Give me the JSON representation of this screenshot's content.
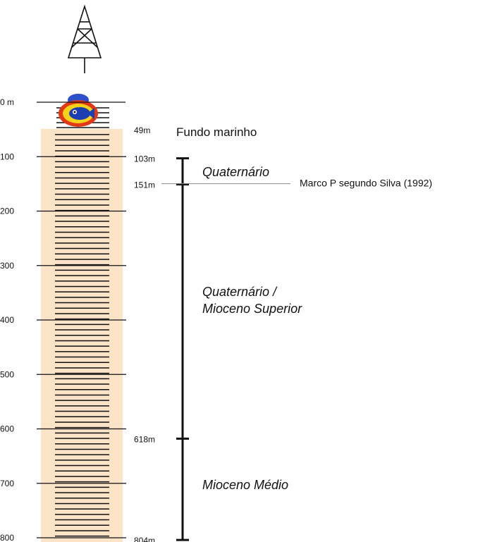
{
  "depth_axis": {
    "ticks": [
      {
        "depth": 0,
        "label": "0 m"
      },
      {
        "depth": 100,
        "label": "100"
      },
      {
        "depth": 200,
        "label": "200"
      },
      {
        "depth": 300,
        "label": "300"
      },
      {
        "depth": 400,
        "label": "400"
      },
      {
        "depth": 500,
        "label": "500"
      },
      {
        "depth": 600,
        "label": "600"
      },
      {
        "depth": 700,
        "label": "700"
      },
      {
        "depth": 800,
        "label": "800"
      }
    ]
  },
  "column": {
    "fill_color": "#fbe3c8",
    "line_color": "#111111",
    "seafloor_depth": 49
  },
  "seafloor": {
    "depth": 49,
    "depth_label": "49m",
    "label": "Fundo marinho"
  },
  "markers": [
    {
      "depth": 103,
      "label": "103m"
    },
    {
      "depth": 151,
      "label": "151m"
    },
    {
      "depth": 618,
      "label": "618m"
    },
    {
      "depth": 804,
      "label": "804m"
    }
  ],
  "note": {
    "depth": 151,
    "text": "Marco P segundo Silva (1992)"
  },
  "units": [
    {
      "id": "quaternario",
      "lines": [
        "Quaternário"
      ]
    },
    {
      "id": "quaternario-mioceno-superior",
      "lines": [
        "Quaternário /",
        "Mioceno Superior"
      ]
    },
    {
      "id": "mioceno-medio",
      "lines": [
        "Mioceno Médio"
      ]
    }
  ],
  "icons": {
    "derrick": "drilling-derrick-icon",
    "fish": "fish-icon"
  },
  "colors": {
    "ink": "#111111",
    "column_fill": "#fbe3c8"
  }
}
